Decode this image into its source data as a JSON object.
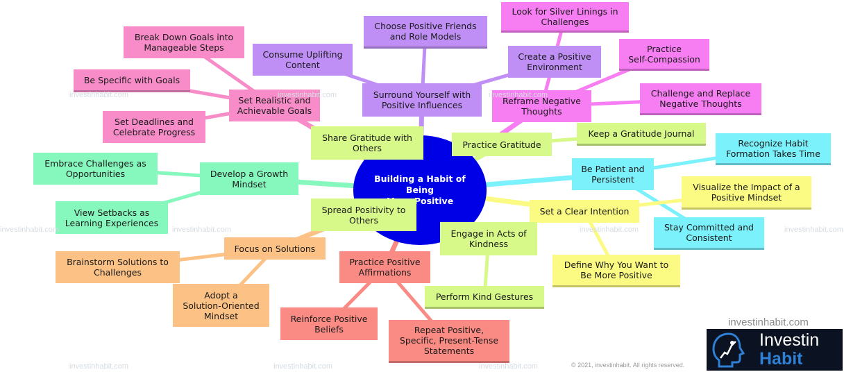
{
  "center": {
    "label": "Building a Habit of Being\nMore Positive"
  },
  "watermark": "investinhabit.com",
  "footer": {
    "site": "investinhabit.com",
    "copyright": "© 2021, investinhabit. All rights reserved."
  },
  "logo": {
    "word1": "Investin",
    "word2": "Habit"
  },
  "colors": {
    "center": "#0000e6",
    "pink": "#f78cc9",
    "purple": "#bf8ff5",
    "magenta": "#f77df2",
    "lime": "#d6f98a",
    "cyan": "#7bf1fb",
    "yellow": "#fbfa82",
    "green": "#86f7bd",
    "orange": "#fcc285",
    "red": "#fa8b84"
  },
  "branches": [
    {
      "id": "set-realistic-goals",
      "label": "Set Realistic and\nAchievable Goals",
      "color": "pink",
      "children": [
        {
          "id": "break-down-goals",
          "label": "Break Down Goals into\nManageable Steps"
        },
        {
          "id": "be-specific",
          "label": "Be Specific with Goals"
        },
        {
          "id": "set-deadlines",
          "label": "Set Deadlines and\nCelebrate Progress"
        }
      ]
    },
    {
      "id": "surround-positive-influences",
      "label": "Surround Yourself with\nPositive Influences",
      "color": "purple",
      "children": [
        {
          "id": "consume-uplifting",
          "label": "Consume Uplifting\nContent"
        },
        {
          "id": "choose-friends",
          "label": "Choose Positive Friends\nand Role Models"
        },
        {
          "id": "positive-environment",
          "label": "Create a Positive\nEnvironment"
        }
      ]
    },
    {
      "id": "reframe-negative",
      "label": "Reframe Negative\nThoughts",
      "color": "magenta",
      "children": [
        {
          "id": "silver-linings",
          "label": "Look for Silver Linings in\nChallenges"
        },
        {
          "id": "self-compassion",
          "label": "Practice\nSelf-Compassion"
        },
        {
          "id": "challenge-replace",
          "label": "Challenge and Replace\nNegative Thoughts"
        }
      ]
    },
    {
      "id": "practice-gratitude",
      "label": "Practice Gratitude",
      "color": "lime",
      "children": [
        {
          "id": "share-gratitude",
          "label": "Share Gratitude with\nOthers"
        },
        {
          "id": "gratitude-journal",
          "label": "Keep a Gratitude Journal"
        }
      ]
    },
    {
      "id": "be-patient",
      "label": "Be Patient and\nPersistent",
      "color": "cyan",
      "children": [
        {
          "id": "habit-formation-time",
          "label": "Recognize Habit\nFormation Takes Time"
        },
        {
          "id": "stay-committed",
          "label": "Stay Committed and\nConsistent"
        }
      ]
    },
    {
      "id": "clear-intention",
      "label": "Set a Clear Intention",
      "color": "yellow",
      "children": [
        {
          "id": "visualize-impact",
          "label": "Visualize the Impact of a\nPositive Mindset"
        },
        {
          "id": "define-why",
          "label": "Define Why You Want to\nBe More Positive"
        }
      ]
    },
    {
      "id": "acts-of-kindness",
      "label": "Engage in Acts of\nKindness",
      "color": "lime",
      "children": [
        {
          "id": "spread-positivity",
          "label": "Spread Positivity to\nOthers"
        },
        {
          "id": "kind-gestures",
          "label": "Perform Kind Gestures"
        }
      ]
    },
    {
      "id": "positive-affirmations",
      "label": "Practice Positive\nAffirmations",
      "color": "red",
      "children": [
        {
          "id": "reinforce-beliefs",
          "label": "Reinforce Positive\nBeliefs"
        },
        {
          "id": "repeat-statements",
          "label": "Repeat Positive,\nSpecific, Present-Tense\nStatements"
        }
      ]
    },
    {
      "id": "focus-solutions",
      "label": "Focus on Solutions",
      "color": "orange",
      "children": [
        {
          "id": "brainstorm-solutions",
          "label": "Brainstorm Solutions to\nChallenges"
        },
        {
          "id": "solution-mindset",
          "label": "Adopt a\nSolution-Oriented\nMindset"
        }
      ]
    },
    {
      "id": "growth-mindset",
      "label": "Develop a Growth\nMindset",
      "color": "green",
      "children": [
        {
          "id": "embrace-challenges",
          "label": "Embrace Challenges as\nOpportunities"
        },
        {
          "id": "setbacks-learning",
          "label": "View Setbacks as\nLearning Experiences"
        }
      ]
    }
  ]
}
